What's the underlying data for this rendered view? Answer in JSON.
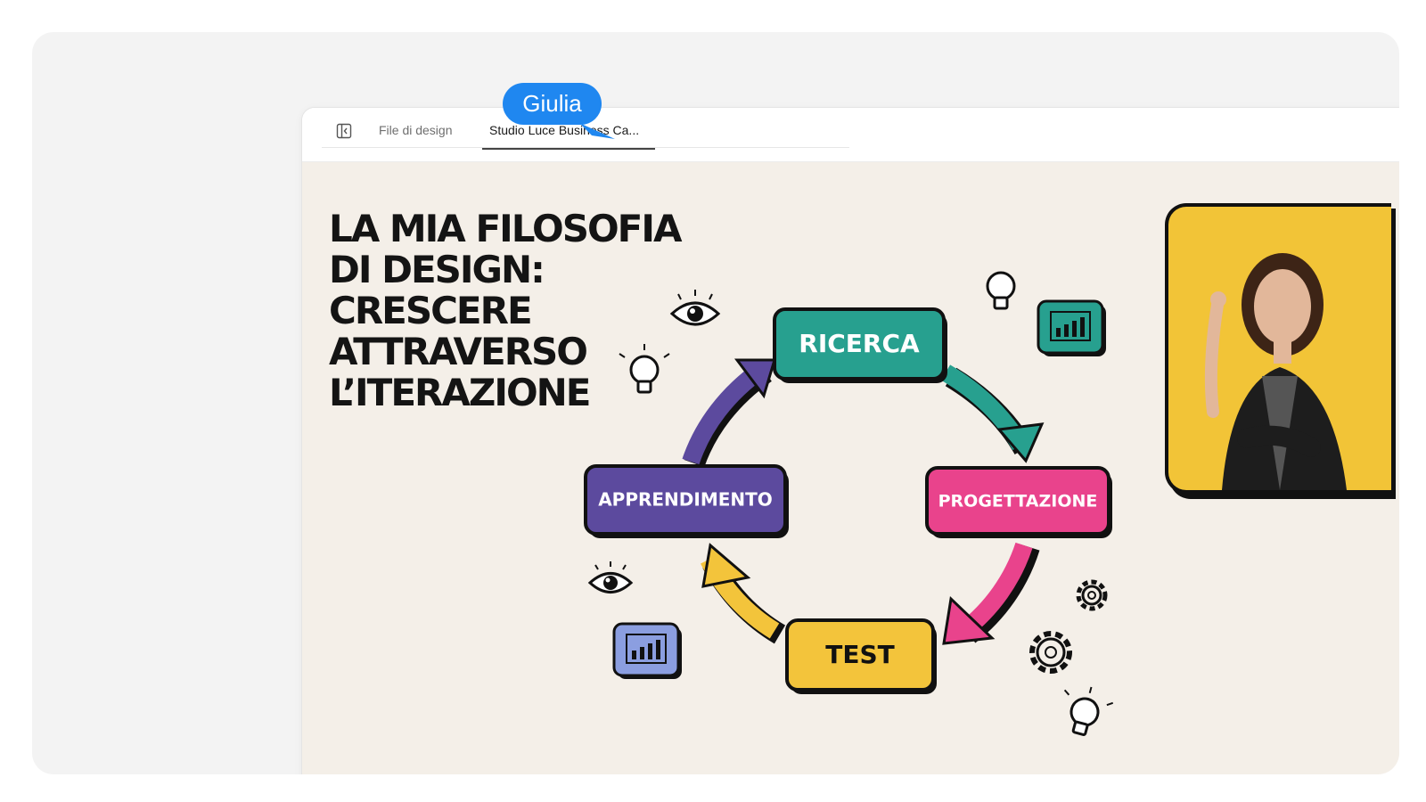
{
  "tabs": {
    "file_label": "File di design",
    "active_label": "Studio Luce Business Ca..."
  },
  "collaborator": {
    "name": "Giulia",
    "color": "#1f87f0"
  },
  "slide": {
    "title": "LA MIA FILOSOFIA DI DESIGN: CRESCERE ATTRAVERSO L’ITERAZIONE",
    "stages": {
      "research": {
        "label": "RICERCA",
        "color": "#27a08f"
      },
      "design": {
        "label": "PROGETTAZIONE",
        "color": "#e9438c"
      },
      "test": {
        "label": "TEST",
        "color": "#f3c43b"
      },
      "learning": {
        "label": "APPRENDIMENTO",
        "color": "#5c4a9e"
      }
    },
    "background_color": "#f4efe8",
    "portrait_bg": "#f2c437"
  },
  "icons": {
    "sidebar": "sidebar-toggle-icon",
    "eye": "eye-icon",
    "bulb": "lightbulb-icon",
    "chart": "chart-bubble-icon",
    "gear": "gear-icon"
  }
}
